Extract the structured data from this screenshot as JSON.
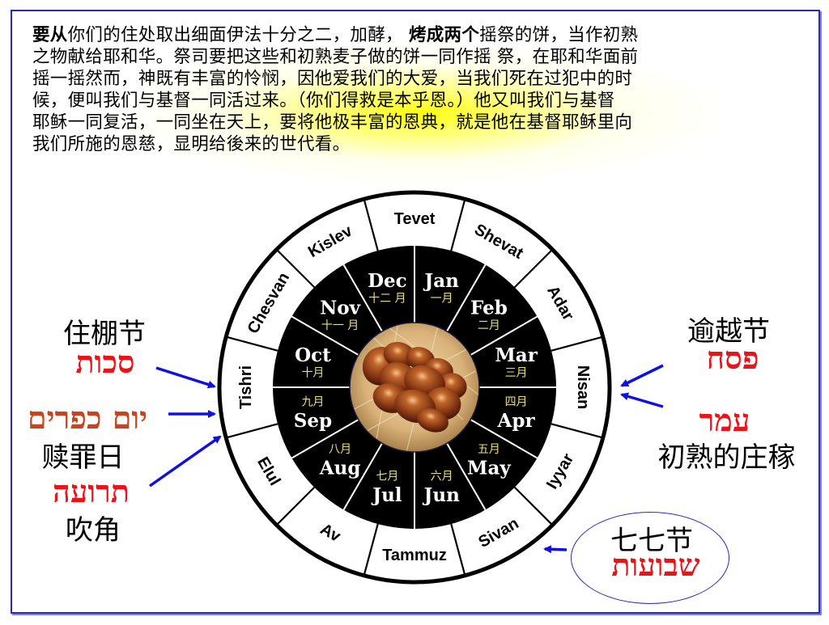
{
  "verse": {
    "lines": [
      {
        "bold_prefix": "要从",
        "text": "你们的住处取出细面伊法十分之二，加酵，",
        "bold_mid": "烤成两个",
        "suffix": "摇祭的饼，当作初熟"
      },
      {
        "text": "之物献给耶和华。祭司要把这些和初熟麦子做的饼一同作摇 祭，在耶和华面前"
      },
      {
        "text": "摇一摇然而，神既有丰富的怜悯，因他爱我们的大爱，当我们死在过犯中的时"
      },
      {
        "text": "候，便叫我们与基督一同活过来。（你们得救是本乎恩。）他又叫我们与基督"
      },
      {
        "text": "耶稣一同复活，一同坐在天上，要将他极丰富的恩典，就是他在基督耶稣里向"
      },
      {
        "text": "我们所施的恩慈，显明给後来的世代看。"
      }
    ]
  },
  "wheel": {
    "hebrew_months": [
      "Tevet",
      "Shevat",
      "Adar",
      "Nisan",
      "Iyyar",
      "Sivan",
      "Tammuz",
      "Av",
      "Elul",
      "Tishri",
      "Chesvan",
      "Kislev"
    ],
    "gregorian_months": [
      {
        "en": "Jan",
        "cn": "一月"
      },
      {
        "en": "Feb",
        "cn": "二月"
      },
      {
        "en": "Mar",
        "cn": "三月"
      },
      {
        "en": "Apr",
        "cn": "四月"
      },
      {
        "en": "May",
        "cn": "五月"
      },
      {
        "en": "Jun",
        "cn": "六月"
      },
      {
        "en": "Jul",
        "cn": "七月"
      },
      {
        "en": "Aug",
        "cn": "八月"
      },
      {
        "en": "Sep",
        "cn": "九月"
      },
      {
        "en": "Oct",
        "cn": "十月"
      },
      {
        "en": "Nov",
        "cn": "十一 月"
      },
      {
        "en": "Dec",
        "cn": "十二 月"
      }
    ],
    "center_image": "challah-bread-with-wheat",
    "colors": {
      "ring": "#000000",
      "inner_disc": "#000000",
      "gregorian_text": "#ffffff",
      "chinese_month_text": "#e8e070"
    }
  },
  "feasts": {
    "sukkot": {
      "cn": "住棚节",
      "he": "סכות"
    },
    "yom_kippur": {
      "he": "יום כפרים",
      "cn": "赎罪日"
    },
    "teruah": {
      "he": "תרועה",
      "cn": "吹角"
    },
    "pesach": {
      "cn": "逾越节",
      "he": "פסח"
    },
    "omer": {
      "he": "עמר",
      "cn": "初熟的庄稼"
    },
    "shavuot": {
      "cn": "七七节",
      "he": "שבועות"
    }
  },
  "colors": {
    "arrow": "#1010e0",
    "hebrew_red": "#e8141a",
    "hebrew_orange": "#c8441a",
    "frame": "#2a2ab8",
    "highlight": "#ffff00"
  }
}
